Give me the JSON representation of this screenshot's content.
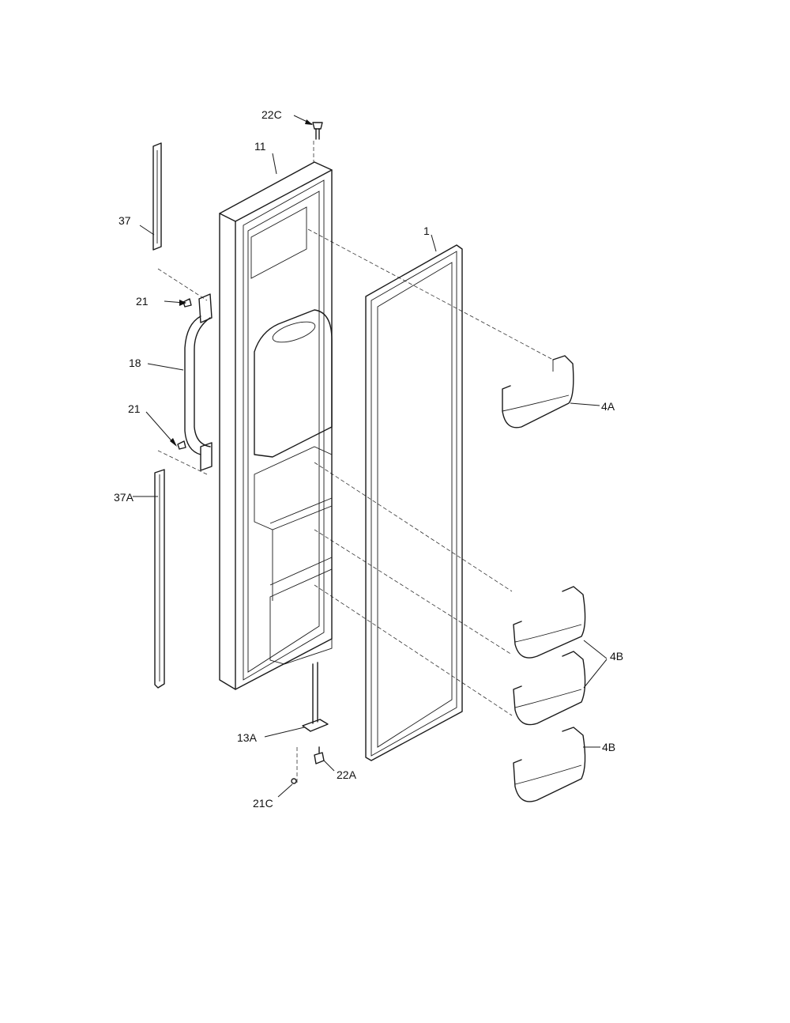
{
  "labels": {
    "p22c": "22C",
    "p11": "11",
    "p37": "37",
    "p1": "1",
    "p21_top": "21",
    "p18": "18",
    "p4a": "4A",
    "p21_bottom": "21",
    "p37a": "37A",
    "p4b_upper": "4B",
    "p13a": "13A",
    "p22a": "22A",
    "p4b_lower": "4B",
    "p21c": "21C"
  }
}
